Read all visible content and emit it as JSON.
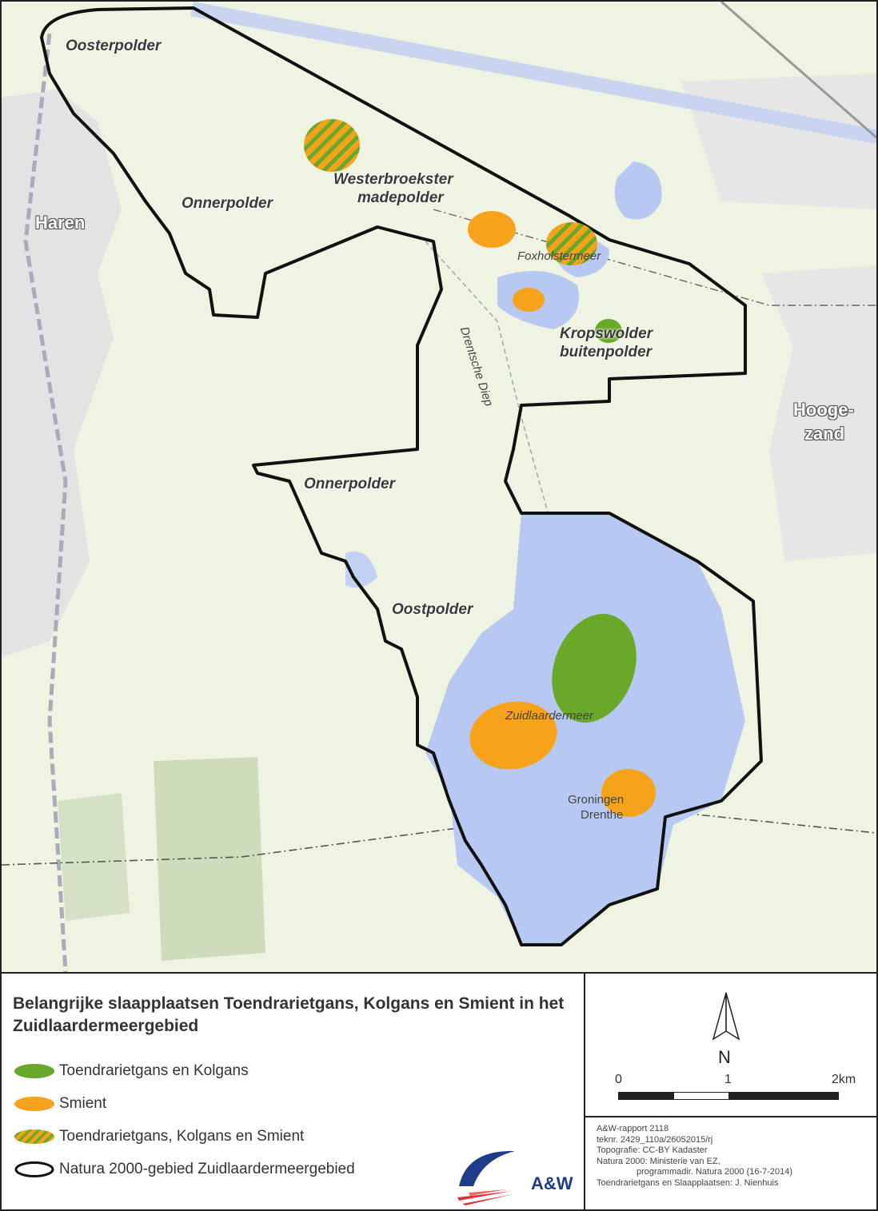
{
  "map": {
    "labels": {
      "oosterpolder": "Oosterpolder",
      "onnerpolder_north": "Onnerpolder",
      "westerbroekster_line1": "Westerbroekster",
      "westerbroekster_line2": "madepolder",
      "haren": "Haren",
      "foxholstermeer": "Foxholstermeer",
      "kropswolder_line1": "Kropswolder",
      "kropswolder_line2": "buitenpolder",
      "drentsche_diep": "Drentsche Diep",
      "hoogezand_line1": "Hooge-",
      "hoogezand_line2": "zand",
      "onnerpolder_south": "Onnerpolder",
      "oostpolder": "Oostpolder",
      "zuidlaardermeer": "Zuidlaardermeer",
      "groningen": "Groningen",
      "drenthe": "Drenthe"
    },
    "colors": {
      "green_zone": "#6aa82a",
      "orange_zone": "#f7a21b",
      "water": "#b7c9f2",
      "land": "#eef3e2",
      "natura_border": "#111111"
    }
  },
  "legend": {
    "title": "Belangrijke slaapplaatsen Toendrarietgans, Kolgans en Smient in het Zuidlaardermeergebied",
    "items": [
      {
        "label": "Toendrarietgans en Kolgans",
        "symbol": "green-ellipse"
      },
      {
        "label": "Smient",
        "symbol": "orange-ellipse"
      },
      {
        "label": "Toendrarietgans, Kolgans en Smient",
        "symbol": "striped-ellipse"
      },
      {
        "label": "Natura 2000-gebied Zuidlaardermeergebied",
        "symbol": "outline-ellipse"
      }
    ],
    "logo_text": "A&W"
  },
  "north_arrow": {
    "label": "N"
  },
  "scale_bar": {
    "labels": [
      "0",
      "1",
      "2km"
    ]
  },
  "credits": [
    "A&W-rapport 2118",
    "teknr. 2429_110a/26052015/rj",
    "Topografie: CC-BY Kadaster",
    "Natura 2000: Ministerie van EZ,",
    "programmadir. Natura 2000 (16-7-2014)",
    "Toendrarietgans en Slaapplaatsen: J. Nienhuis"
  ]
}
